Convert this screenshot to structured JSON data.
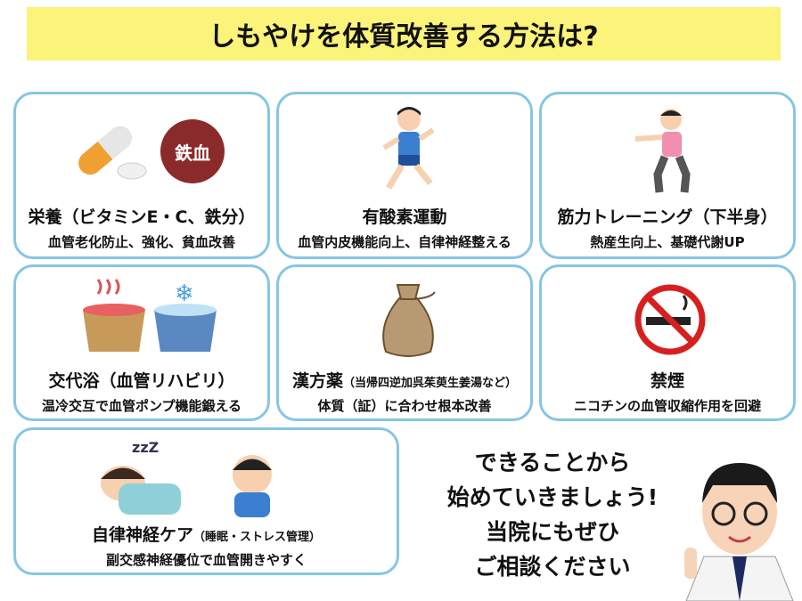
{
  "title": "しもやけを体質改善する方法は?",
  "cards": [
    {
      "heading": "栄養（ビタミンE・C、鉄分）",
      "sub": "血管老化防止、強化、貧血改善",
      "badge": "鉄血"
    },
    {
      "heading": "有酸素運動",
      "sub": "血管内皮機能向上、自律神経整える"
    },
    {
      "heading": "筋力トレーニング（下半身）",
      "sub": "熱産生向上、基礎代謝UP"
    },
    {
      "heading": "交代浴（血管リハビリ）",
      "sub": "温冷交互で血管ポンプ機能鍛える"
    },
    {
      "heading": "漢方薬",
      "heading_note": "（当帰四逆加呉茱萸生姜湯など）",
      "sub": "体質（証）に合わせ根本改善"
    },
    {
      "heading": "禁煙",
      "sub": "ニコチンの血管収縮作用を回避"
    },
    {
      "heading": "自律神経ケア",
      "heading_note": "（睡眠・ストレス管理）",
      "sub": "副交感神経優位で血管開きやすく"
    }
  ],
  "cta": [
    "できることから",
    "始めていきましょう!",
    "当院にもぜひ",
    "ご相談ください"
  ],
  "colors": {
    "title_bg": "#fbf37a",
    "card_border": "#86c6e3"
  }
}
